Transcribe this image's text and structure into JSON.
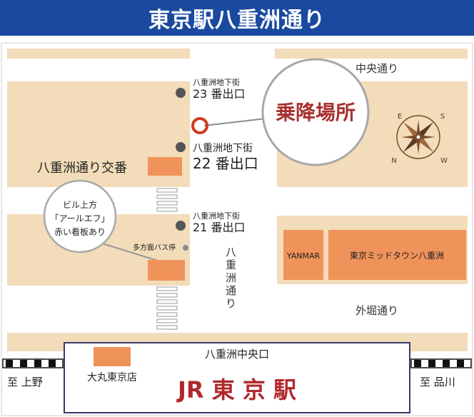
{
  "title": "東京駅八重洲通り",
  "streets": {
    "chuo": "中央通り",
    "sotobori": "外堀通り",
    "yaesu_vertical": [
      "八",
      "重",
      "洲",
      "通",
      "り"
    ]
  },
  "exits": {
    "exit23_small": "八重洲地下街",
    "exit23_label": "23 番出口",
    "exit22_small": "八重洲地下街",
    "exit22_label": "22 番出口",
    "exit21_small": "八重洲地下街",
    "exit21_label": "21 番出口"
  },
  "pickup_label": "乗降場所",
  "koban": "八重洲通り交番",
  "callout_lines": [
    "ビル上方",
    "「アールエフ」",
    "赤い看板あり"
  ],
  "bus_stop": "多方面バス停",
  "buildings": {
    "yanmar": "YANMAR",
    "midtown": "東京ミッドタウン八重洲",
    "daimaru": "大丸東京店"
  },
  "station": {
    "exit": "八重洲中央口",
    "name": "JR 東 京 駅"
  },
  "directions": {
    "ueno": "至 上野",
    "shinagawa": "至 品川"
  },
  "compass_letters": [
    "E",
    "S",
    "N",
    "W"
  ],
  "colors": {
    "title_bg": "#1a4aa0",
    "block": "#f2dcb9",
    "road": "#ffffff",
    "building": "#f0935a",
    "station_red": "#b0282c",
    "exit_dot": "#555555",
    "pickup_ring": "#d13a1f"
  }
}
